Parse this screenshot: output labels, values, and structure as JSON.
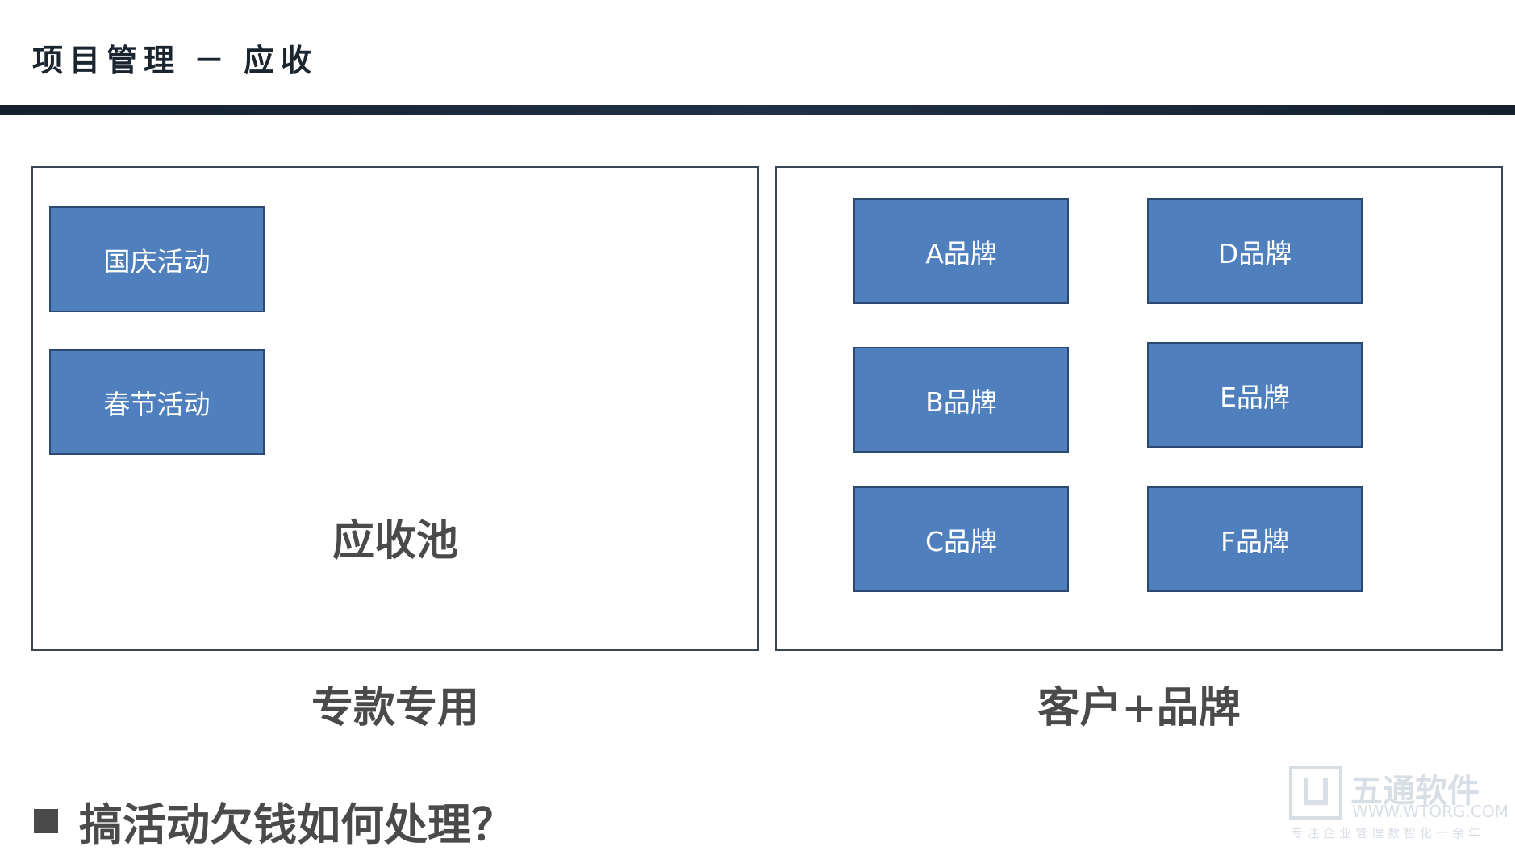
{
  "header": {
    "title_main": "项目管理",
    "title_sep": "－",
    "title_sub": "应收"
  },
  "left_panel": {
    "boxes": [
      "国庆活动",
      "春节活动"
    ],
    "pool_label": "应收池",
    "caption": "专款专用"
  },
  "right_panel": {
    "boxes": [
      "A品牌",
      "D品牌",
      "B品牌",
      "E品牌",
      "C品牌",
      "F品牌"
    ],
    "caption": "客户+品牌"
  },
  "question": "搞活动欠钱如何处理？",
  "watermark": {
    "name": "五通软件",
    "url": "WWW.WTORG.COM",
    "slogan": "专注企业管理数智化十余年"
  },
  "colors": {
    "box_fill": "#4f80bd",
    "box_border": "#2a4a72",
    "header_rule": "#15202d",
    "text_dark": "#4a4a4a"
  }
}
